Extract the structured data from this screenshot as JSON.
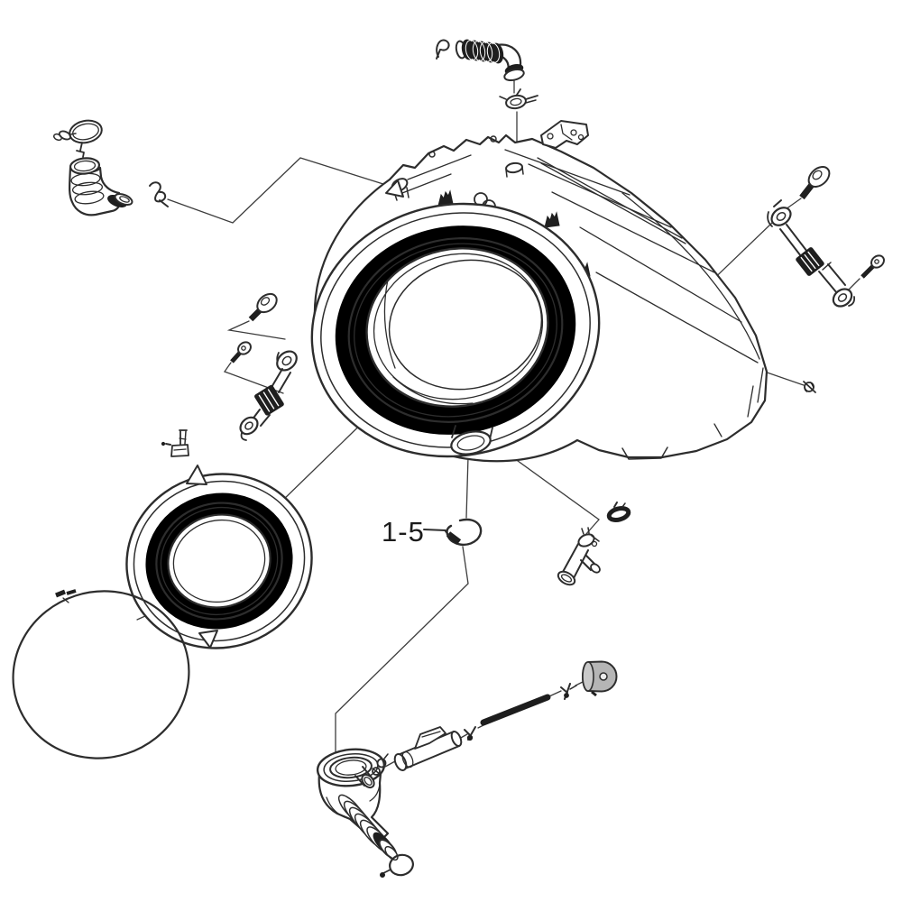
{
  "diagram": {
    "type": "exploded-parts-diagram",
    "subject": "washing-machine-outer-tub-assembly",
    "background_color": "#ffffff",
    "line_color": "#2d2d2d",
    "dark_fill_color": "#1f1f1f",
    "pulley_gray_color": "#b5b5b5",
    "labels": {
      "clamp_ring": "1-5"
    },
    "parts": [
      {
        "name": "hose-clamp-ring-top-left",
        "desc": "wire hose clamp with pull handles"
      },
      {
        "name": "inlet-elbow-hose",
        "desc": "ribbed elbow hose with dark end cap"
      },
      {
        "name": "retainer-clip-2",
        "desc": "small wire retainer clip"
      },
      {
        "name": "vent-bellows-hose",
        "desc": "dark corrugated bellows hose with elbow"
      },
      {
        "name": "hose-clip-p",
        "desc": "small hose clip"
      },
      {
        "name": "hose-clamp-fitting",
        "desc": "screw clamp fitting"
      },
      {
        "name": "mounting-bracket-plate",
        "desc": "flat bracket plate with holes"
      },
      {
        "name": "outer-tub",
        "desc": "outer tub shell with front flange ring"
      },
      {
        "name": "tub-drain-stub",
        "desc": "drain outlet stub on tub bottom"
      },
      {
        "name": "right-shoulder-bolt",
        "desc": "washer-head bolt"
      },
      {
        "name": "right-damper",
        "desc": "shock absorber damper strut"
      },
      {
        "name": "right-hex-bolt",
        "desc": "small hex bolt"
      },
      {
        "name": "retainer-pin",
        "desc": "tiny retainer pin glyph"
      },
      {
        "name": "left-shoulder-bolt",
        "desc": "washer-head bolt"
      },
      {
        "name": "left-hex-bolt",
        "desc": "small hex bolt"
      },
      {
        "name": "left-damper",
        "desc": "shock absorber damper strut"
      },
      {
        "name": "holder-clip-bracket",
        "desc": "small L-shaped holder clip"
      },
      {
        "name": "door-gasket-ring",
        "desc": "door diaphragm gasket ring"
      },
      {
        "name": "gasket-wire-clamp",
        "desc": "large wire clamp ellipse"
      },
      {
        "name": "clamp-ring-1-5",
        "desc": "C-clamp ring, item 1-5"
      },
      {
        "name": "air-trap-fitting",
        "desc": "air trap valve fitting"
      },
      {
        "name": "hose-clip-oval",
        "desc": "small dark oval clip"
      },
      {
        "name": "drain-elbow-bellows-hose",
        "desc": "drain elbow with corrugated bellows"
      },
      {
        "name": "wire-clamp-small",
        "desc": "small wire clamp ring"
      },
      {
        "name": "port-fitting",
        "desc": "short cylindrical hose port"
      },
      {
        "name": "clip-8",
        "desc": "small figure-8 wire clip"
      },
      {
        "name": "friction-cylinder",
        "desc": "cylindrical friction damper with bracket fin"
      },
      {
        "name": "spring-clip-a",
        "desc": "small spring clip"
      },
      {
        "name": "damper-rod",
        "desc": "long dark damper rod spring"
      },
      {
        "name": "spring-clip-b",
        "desc": "small spring clip"
      },
      {
        "name": "pulley-cap",
        "desc": "gray friction cap spool"
      }
    ]
  }
}
